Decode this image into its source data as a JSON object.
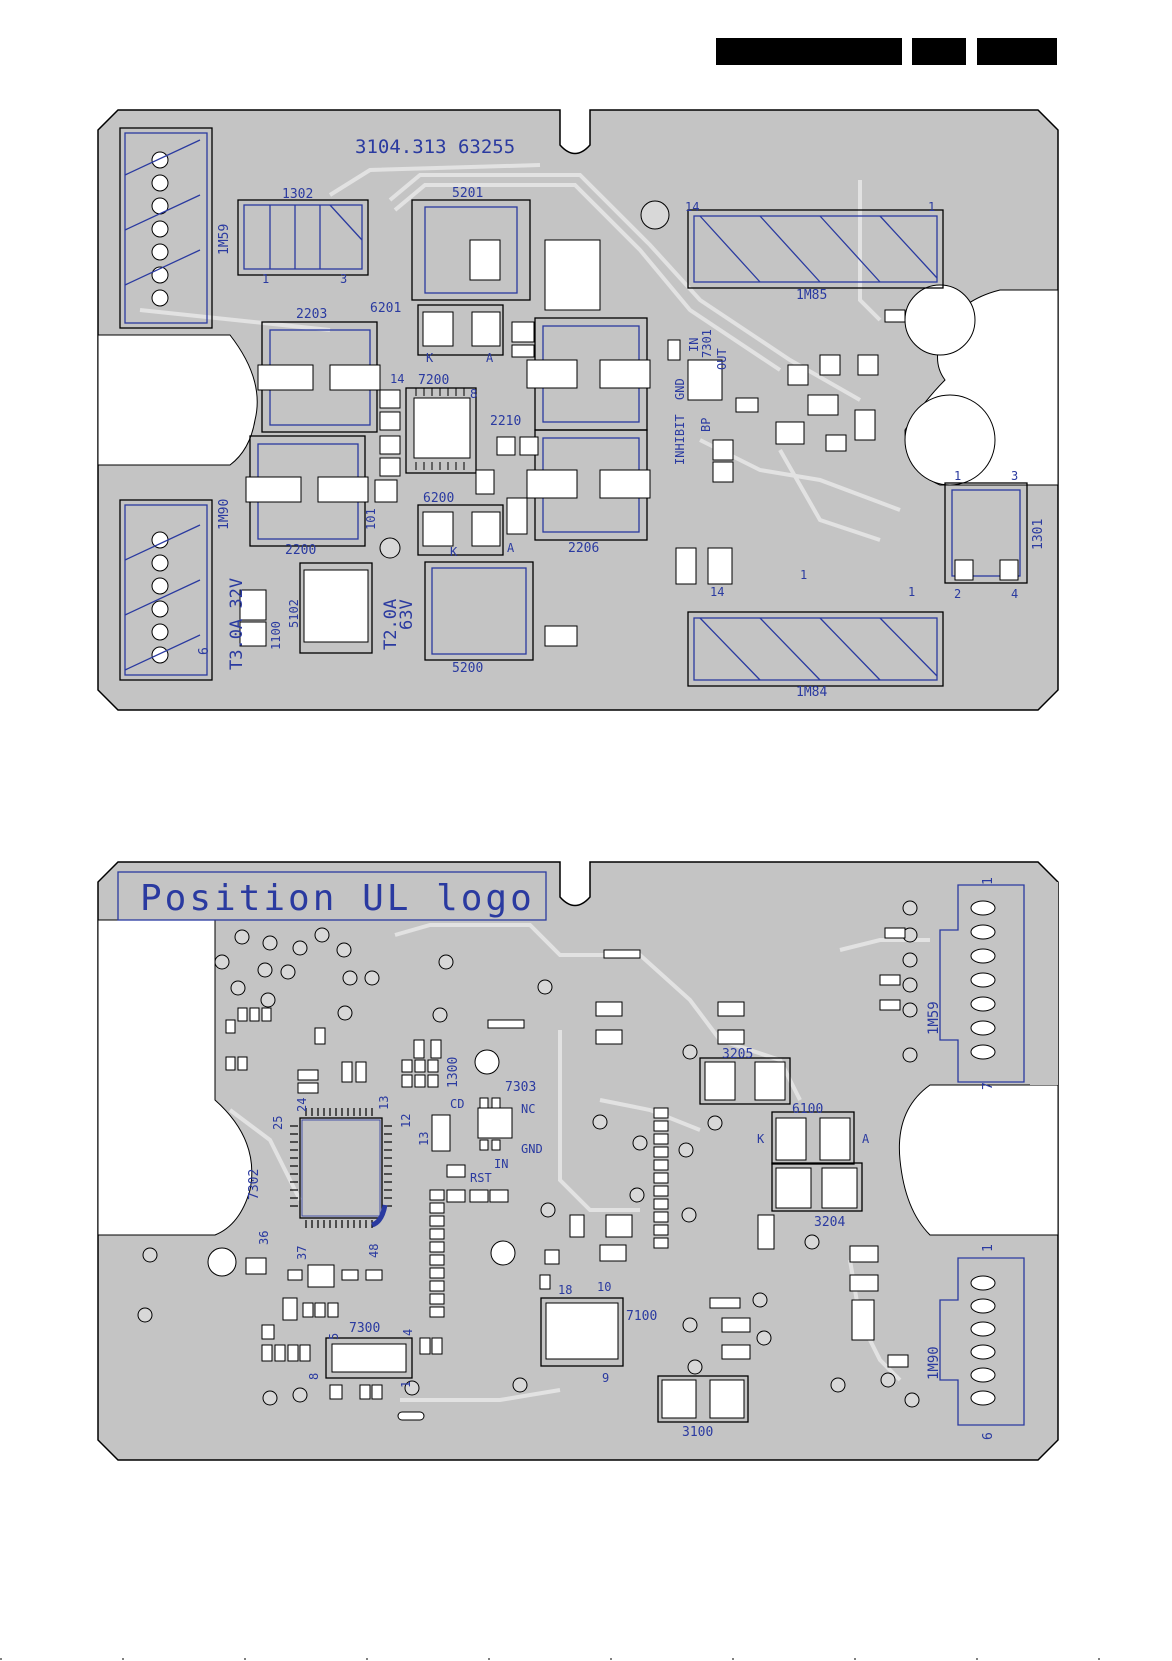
{
  "top_board": {
    "part_number": "3104.313 63255",
    "labels": {
      "c1302": "1302",
      "c5201": "5201",
      "c1m59": "1M59",
      "c6201": "6201",
      "c2203": "2203",
      "c7200": "7200",
      "pin14": "14",
      "pin8": "8",
      "k1": "K",
      "a1": "A",
      "c2210": "2210",
      "c1m90": "1M90",
      "c6200": "6200",
      "c2200": "2200",
      "c101": "101",
      "k2": "K",
      "a2": "A",
      "c2206": "2206",
      "c1100": "1100",
      "c5102": "5102",
      "fuse1": "T3.0A 32V",
      "fuse2_a": "T2.0A",
      "fuse2_b": "63V",
      "c5200": "5200",
      "pin6": "6",
      "pin1_1302": "1",
      "pin3_1302": "3",
      "c1m85": "1M85",
      "pin14_1m85": "14",
      "pin1_1m85": "1",
      "c7301": "7301",
      "in": "IN",
      "gnd": "GND",
      "out": "OUT",
      "inhibit": "INHIBIT",
      "bp": "BP",
      "c1301": "1301",
      "p1": "1",
      "p2": "2",
      "p3": "3",
      "p4": "4",
      "c1m84": "1M84",
      "pin14_1m84": "14",
      "pin1_1m84": "1",
      "pin1_mid": "1"
    }
  },
  "bottom_board": {
    "logo_text": "Position UL logo",
    "labels": {
      "c7302": "7302",
      "c1300": "1300",
      "c7303": "7303",
      "cd": "CD",
      "nc": "NC",
      "gnd": "GND",
      "in": "IN",
      "rst": "RST",
      "c3205": "3205",
      "c6100": "6100",
      "k": "K",
      "a": "A",
      "c3204": "3204",
      "c7100": "7100",
      "c3100": "3100",
      "c7300": "7300",
      "c1m59": "1M59",
      "c1m90": "1M90",
      "pin1_top": "1",
      "pin7": "7",
      "pin1_bot": "1",
      "pin6": "6",
      "p25": "25",
      "p24": "24",
      "p13": "13",
      "p12": "12",
      "p36": "36",
      "p37": "37",
      "p48": "48",
      "p5": "5",
      "p4": "4",
      "p8": "8",
      "p1": "1",
      "p18": "18",
      "p10": "10",
      "p9": "9",
      "p1b": "1"
    }
  },
  "colors": {
    "board": "#c4c4c4",
    "label": "#2a3aa0",
    "header": "#000000"
  }
}
